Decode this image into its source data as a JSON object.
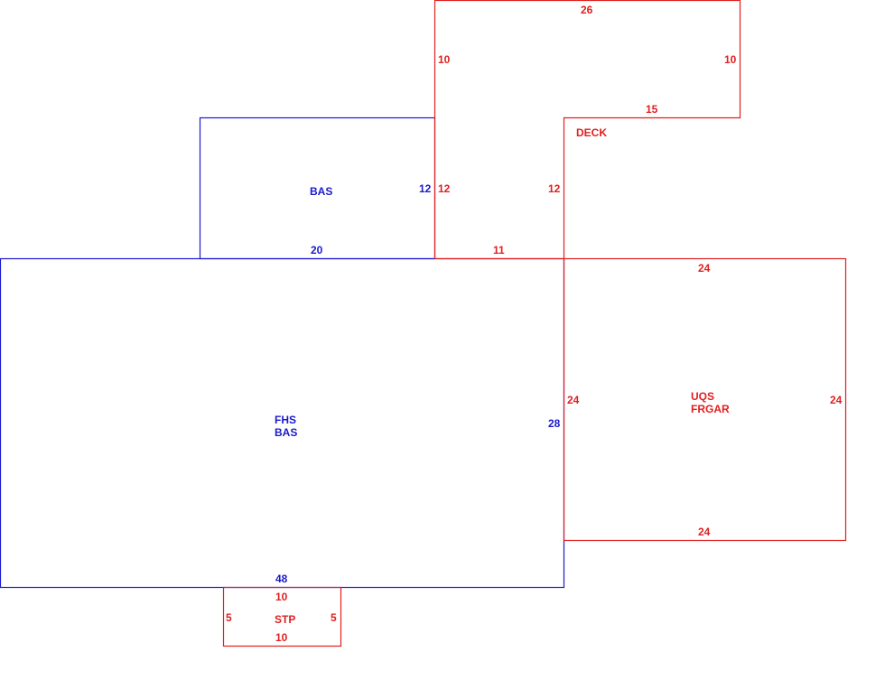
{
  "colors": {
    "blue": "#1a1acd",
    "red": "#e02020"
  },
  "areas": {
    "bas_upper": {
      "label": "BAS"
    },
    "main": {
      "label_line1": "FHS",
      "label_line2": "BAS"
    },
    "deck": {
      "label": "DECK"
    },
    "garage": {
      "label_line1": "UQS",
      "label_line2": "FRGAR"
    },
    "stoop": {
      "label": "STP"
    }
  },
  "dimensions": {
    "deck_top": "26",
    "deck_left_upper": "10",
    "deck_right_upper": "10",
    "deck_inner_top": "15",
    "deck_left_lower": "12",
    "deck_right_lower": "12",
    "deck_bottom": "11",
    "bas_upper_right": "12",
    "bas_upper_bottom": "20",
    "main_right": "28",
    "main_bottom": "48",
    "garage_top": "24",
    "garage_left": "24",
    "garage_right": "24",
    "garage_bottom": "24",
    "stoop_top": "10",
    "stoop_bottom": "10",
    "stoop_left": "5",
    "stoop_right": "5"
  }
}
